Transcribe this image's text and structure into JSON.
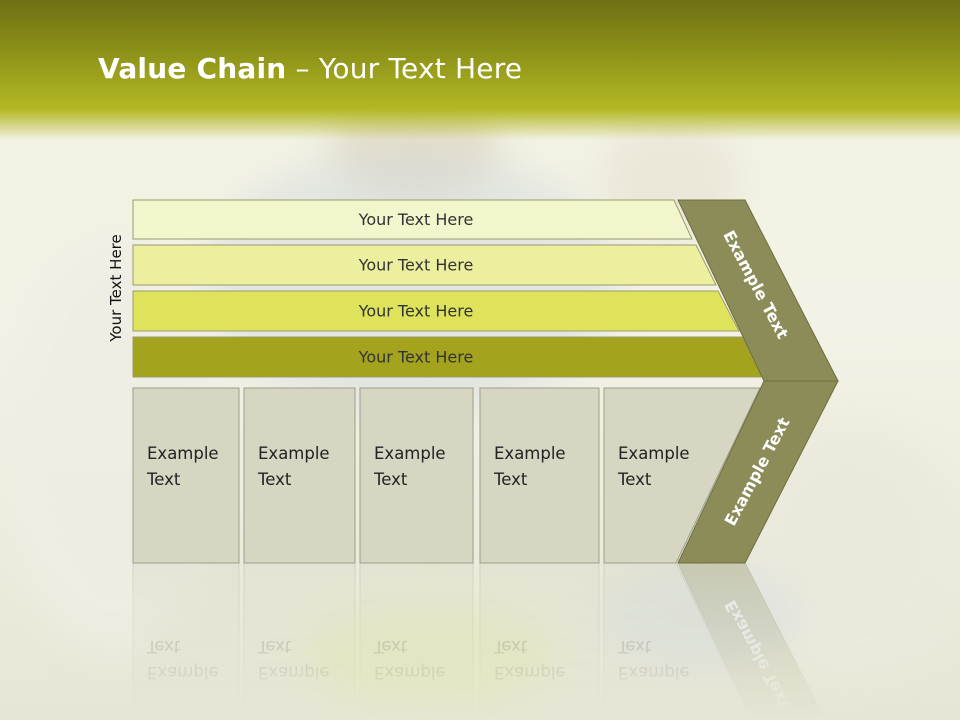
{
  "title": {
    "bold": "Value Chain",
    "rest": " – Your Text Here"
  },
  "side_label": "Your Text Here",
  "bars": [
    {
      "label": "Your Text Here",
      "color": "#f3f5cc"
    },
    {
      "label": "Your Text Here",
      "color": "#ecef9e"
    },
    {
      "label": "Your Text Here",
      "color": "#dfe35b"
    },
    {
      "label": "Your Text Here",
      "color": "#a3a31e"
    }
  ],
  "boxes": [
    {
      "line1": "Example",
      "line2": "Text"
    },
    {
      "line1": "Example",
      "line2": "Text"
    },
    {
      "line1": "Example",
      "line2": "Text"
    },
    {
      "line1": "Example",
      "line2": "Text"
    },
    {
      "line1": "Example",
      "line2": "Text"
    }
  ],
  "chevron": {
    "upper": "Example Text",
    "lower": "Example Text",
    "color": "#8b8c57"
  },
  "colors": {
    "box_fill": "#d6d6c2",
    "box_stroke": "#9e9e8c",
    "header_dark": "#6f6f14",
    "header_light": "#b3b824"
  }
}
